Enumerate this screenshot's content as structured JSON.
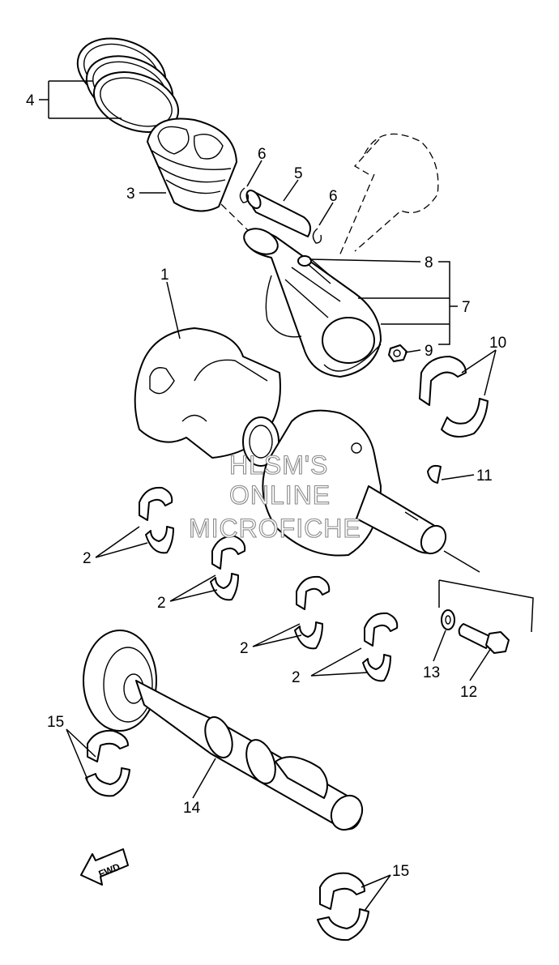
{
  "callouts": {
    "c1": "1",
    "c2a": "2",
    "c2b": "2",
    "c2c": "2",
    "c2d": "2",
    "c3": "3",
    "c4": "4",
    "c5": "5",
    "c6a": "6",
    "c6b": "6",
    "c7": "7",
    "c8": "8",
    "c9": "9",
    "c10": "10",
    "c11": "11",
    "c12": "12",
    "c13": "13",
    "c14": "14",
    "c15a": "15",
    "c15b": "15"
  },
  "watermark": {
    "line1": "HLSM'S",
    "line2": "ONLINE",
    "line3": "MICROFICHE"
  },
  "fwd_label": "FWD"
}
